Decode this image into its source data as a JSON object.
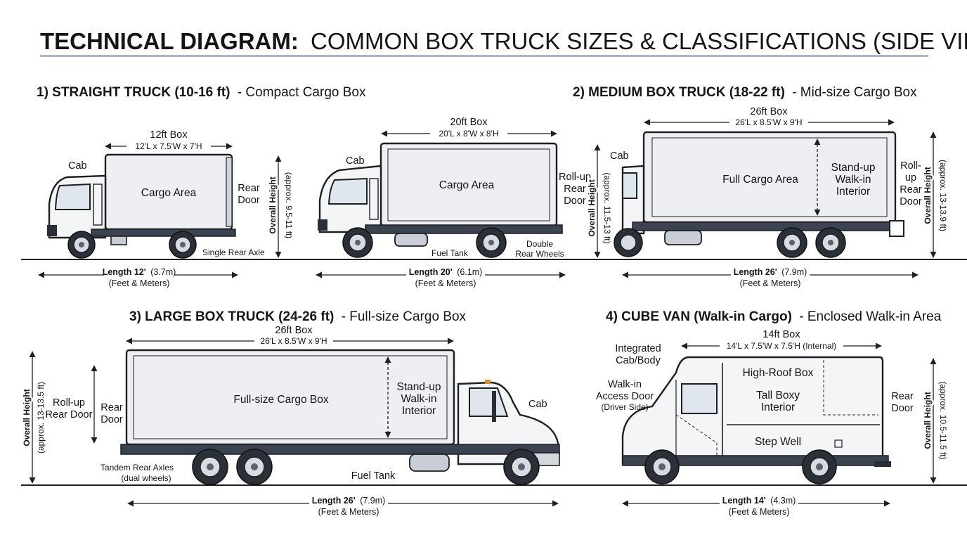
{
  "title": {
    "bold": "TECHNICAL DIAGRAM:",
    "rest": "COMMON BOX TRUCK SIZES & CLASSIFICATIONS (SIDE VIEW)"
  },
  "colors": {
    "underline": "#a9b7c6",
    "truck_body": "#f4f5f7",
    "frame": "#3b4350",
    "tire": "#2b3038"
  },
  "sections": [
    {
      "heading_bold": "1) STRAIGHT TRUCK (10-16 ft)",
      "heading_rest": "- Compact Cargo Box",
      "trucks": [
        {
          "box_title": "12ft Box",
          "box_dims": "12'L x 7.5'W x 7'H",
          "cab_label": "Cab",
          "area_label": "Cargo Area",
          "rear_door": [
            "Rear",
            "Door"
          ],
          "axle_label": "Single Rear Axle",
          "height_label": "Overall Height",
          "height_sub": "(approx. 9.5-11 ft)",
          "length_bold": "Length 12'",
          "length_rest": "(3.7m)",
          "length_sub": "(Feet & Meters)"
        },
        {
          "box_title": "20ft Box",
          "box_dims": "20'L x 8'W x 8'H",
          "cab_label": "Cab",
          "area_label": "Cargo Area",
          "rear_door": [
            "Roll-up",
            "Rear",
            "Door"
          ],
          "fuel_label": "Fuel Tank",
          "axle_label": [
            "Double",
            "Rear Wheels"
          ],
          "height_label": "Overall Height",
          "height_sub": "(approx. 11.5-13 ft)",
          "length_bold": "Length 20'",
          "length_rest": "(6.1m)",
          "length_sub": "(Feet & Meters)"
        }
      ]
    },
    {
      "heading_bold": "2) MEDIUM BOX TRUCK (18-22 ft)",
      "heading_rest": "- Mid-size Cargo Box",
      "box_title": "26ft Box",
      "box_dims": "26'L x 8.5'W x 9'H",
      "cab_label": "Cab",
      "area_label": "Full Cargo Area",
      "interior": [
        "Stand-up",
        "Walk-in",
        "Interior"
      ],
      "rear_door": [
        "Roll-",
        "up",
        "Rear",
        "Door"
      ],
      "height_label": "Overall Height",
      "height_sub": "(approx. 13-13.9 ft)",
      "length_bold": "Length 26'",
      "length_rest": "(7.9m)",
      "length_sub": "(Feet & Meters)"
    },
    {
      "heading_bold": "3) LARGE BOX TRUCK (24-26 ft)",
      "heading_rest": "- Full-size Cargo Box",
      "box_title": "26ft Box",
      "box_dims": "26'L x 8.5'W x 9'H",
      "cab_label": "Cab",
      "area_label": "Full-size Cargo Box",
      "interior": [
        "Stand-up",
        "Walk-in",
        "Interior"
      ],
      "roll_up": [
        "Roll-up",
        "Rear Door"
      ],
      "rear_door": [
        "Rear",
        "Door"
      ],
      "axle_label": [
        "Tandem Rear Axles",
        "(dual wheels)"
      ],
      "fuel_label": "Fuel Tank",
      "height_label": "Overall Height",
      "height_sub": "(approx. 13-13.5 ft)",
      "length_bold": "Length 26'",
      "length_rest": "(7.9m)",
      "length_sub": "(Feet & Meters)"
    },
    {
      "heading_bold": "4) CUBE VAN (Walk-in Cargo)",
      "heading_rest": "- Enclosed Walk-in Area",
      "box_title": "14ft Box",
      "box_dims": "14'L x 7.5'W x 7.5'H (Internal)",
      "integrated": [
        "Integrated",
        "Cab/Body"
      ],
      "access_door": [
        "Walk-in",
        "Access Door",
        "(Driver Side)"
      ],
      "high_roof": "High-Roof Box",
      "tall_interior": [
        "Tall Boxy",
        "Interior"
      ],
      "step_well": "Step Well",
      "rear_door": [
        "Rear",
        "Door"
      ],
      "height_label": "Overall Height",
      "height_sub": "(approx. 10.5-11.5 ft)",
      "length_bold": "Length 14'",
      "length_rest": "(4.3m)",
      "length_sub": "(Feet & Meters)"
    }
  ]
}
